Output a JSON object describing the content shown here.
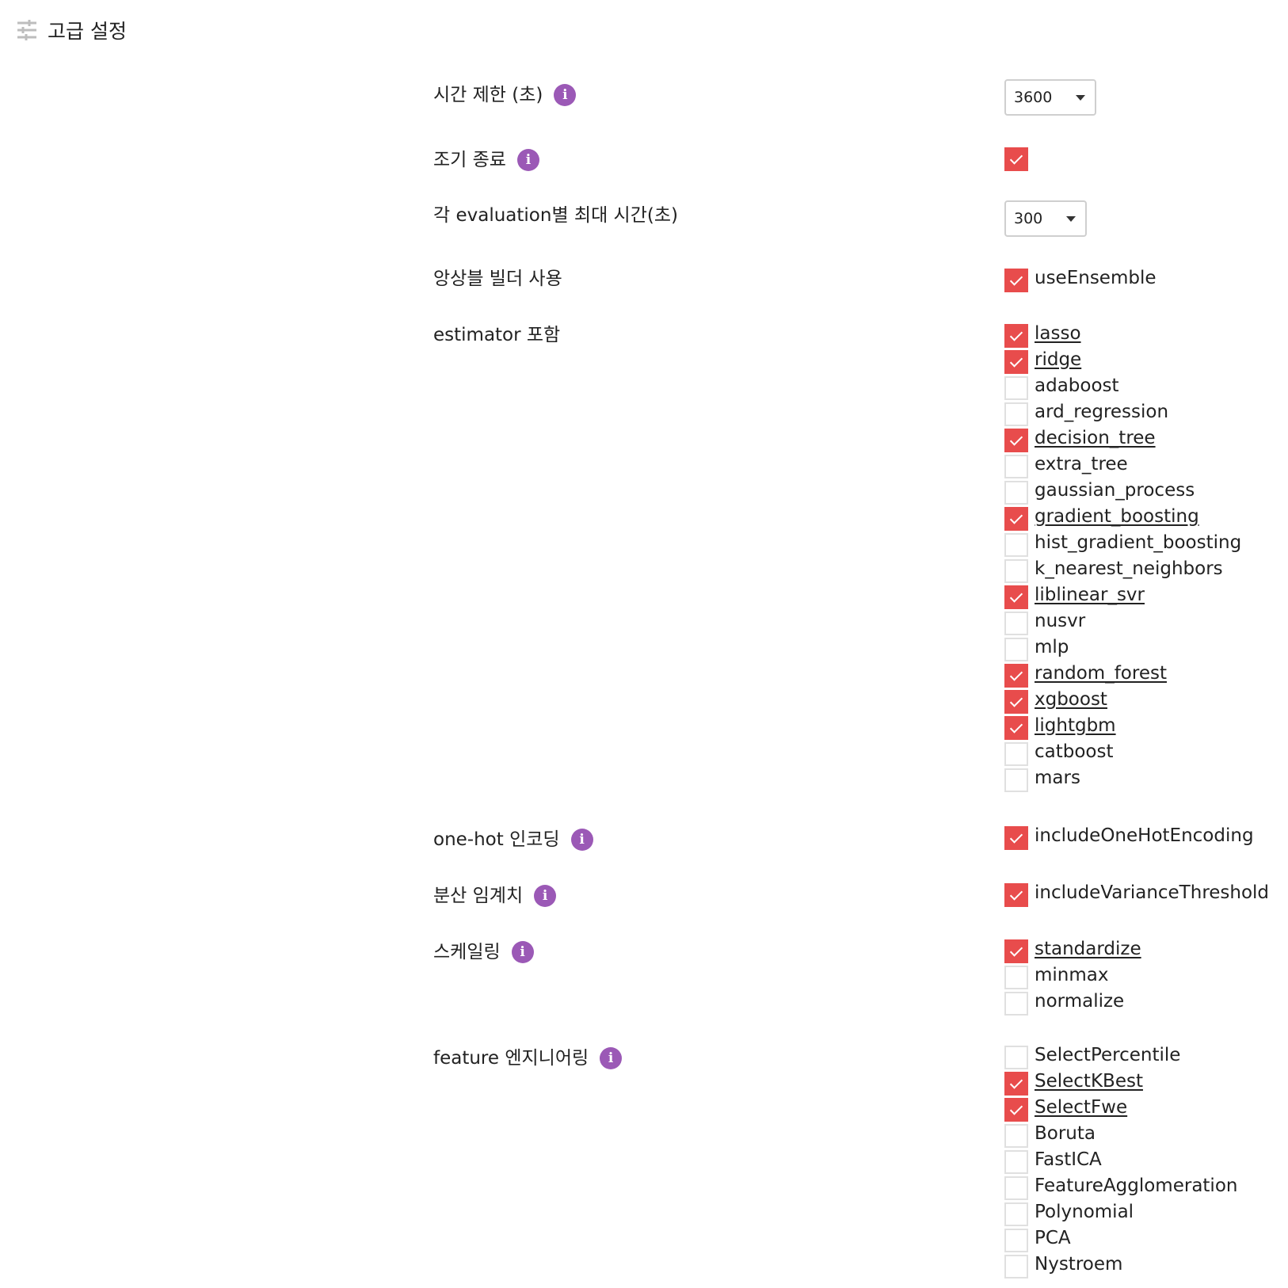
{
  "header": {
    "title": "고급 설정",
    "icon": "sliders-icon"
  },
  "colors": {
    "checked": "#e84c4c",
    "info": "#9b59b6"
  },
  "settings": {
    "time_limit": {
      "label": "시간 제한 (초)",
      "value": "3600"
    },
    "early_stop": {
      "label": "조기 종료",
      "checked": true
    },
    "eval_time": {
      "label": "각 evaluation별 최대 시간(초)",
      "value": "300"
    },
    "ensemble": {
      "label": "앙상블 빌더 사용",
      "option": "useEnsemble",
      "checked": true
    },
    "estimators": {
      "label": "estimator 포함",
      "items": [
        {
          "name": "lasso",
          "checked": true
        },
        {
          "name": "ridge",
          "checked": true
        },
        {
          "name": "adaboost",
          "checked": false
        },
        {
          "name": "ard_regression",
          "checked": false
        },
        {
          "name": "decision_tree",
          "checked": true
        },
        {
          "name": "extra_tree",
          "checked": false
        },
        {
          "name": "gaussian_process",
          "checked": false
        },
        {
          "name": "gradient_boosting",
          "checked": true
        },
        {
          "name": "hist_gradient_boosting",
          "checked": false
        },
        {
          "name": "k_nearest_neighbors",
          "checked": false
        },
        {
          "name": "liblinear_svr",
          "checked": true
        },
        {
          "name": "nusvr",
          "checked": false
        },
        {
          "name": "mlp",
          "checked": false
        },
        {
          "name": "random_forest",
          "checked": true
        },
        {
          "name": "xgboost",
          "checked": true
        },
        {
          "name": "lightgbm",
          "checked": true
        },
        {
          "name": "catboost",
          "checked": false
        },
        {
          "name": "mars",
          "checked": false
        }
      ]
    },
    "onehot": {
      "label": "one-hot 인코딩",
      "option": "includeOneHotEncoding",
      "checked": true
    },
    "variance": {
      "label": "분산 임계치",
      "option": "includeVarianceThreshold",
      "checked": true
    },
    "scaling": {
      "label": "스케일링",
      "items": [
        {
          "name": "standardize",
          "checked": true
        },
        {
          "name": "minmax",
          "checked": false
        },
        {
          "name": "normalize",
          "checked": false
        }
      ]
    },
    "feature": {
      "label": "feature 엔지니어링",
      "items": [
        {
          "name": "SelectPercentile",
          "checked": false
        },
        {
          "name": "SelectKBest",
          "checked": true
        },
        {
          "name": "SelectFwe",
          "checked": true
        },
        {
          "name": "Boruta",
          "checked": false
        },
        {
          "name": "FastICA",
          "checked": false
        },
        {
          "name": "FeatureAgglomeration",
          "checked": false
        },
        {
          "name": "Polynomial",
          "checked": false
        },
        {
          "name": "PCA",
          "checked": false
        },
        {
          "name": "Nystroem",
          "checked": false
        }
      ]
    }
  }
}
